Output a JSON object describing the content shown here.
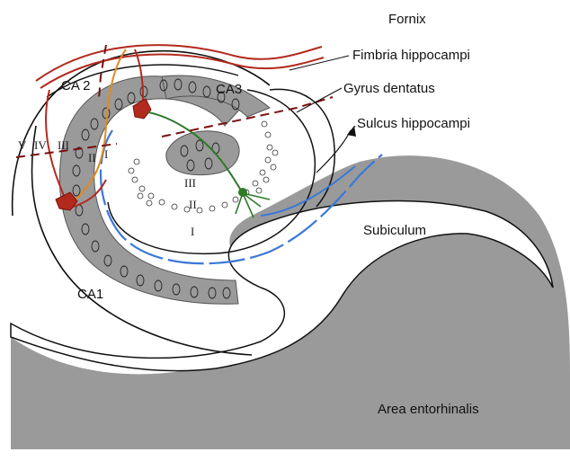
{
  "labels": {
    "fornix": "Fornix",
    "fimbria": "Fimbria hippocampi",
    "gyrus": "Gyrus dentatus",
    "sulcus": "Sulcus hippocampi",
    "subiculum": "Subiculum",
    "area": "Area entorhinalis",
    "ca1": "CA1",
    "ca2": "CA 2",
    "ca3": "CA3"
  },
  "layers_ca": [
    "V",
    "IV",
    "III",
    "II",
    "I"
  ],
  "layers_dentate": [
    "III",
    "II",
    "I"
  ],
  "colors": {
    "grey": "#9a9a9a",
    "red": "#b22a1e",
    "orange": "#e08a1e",
    "green": "#2f7a2a",
    "blue": "#3b78d8",
    "dashed": "#7a1010"
  }
}
